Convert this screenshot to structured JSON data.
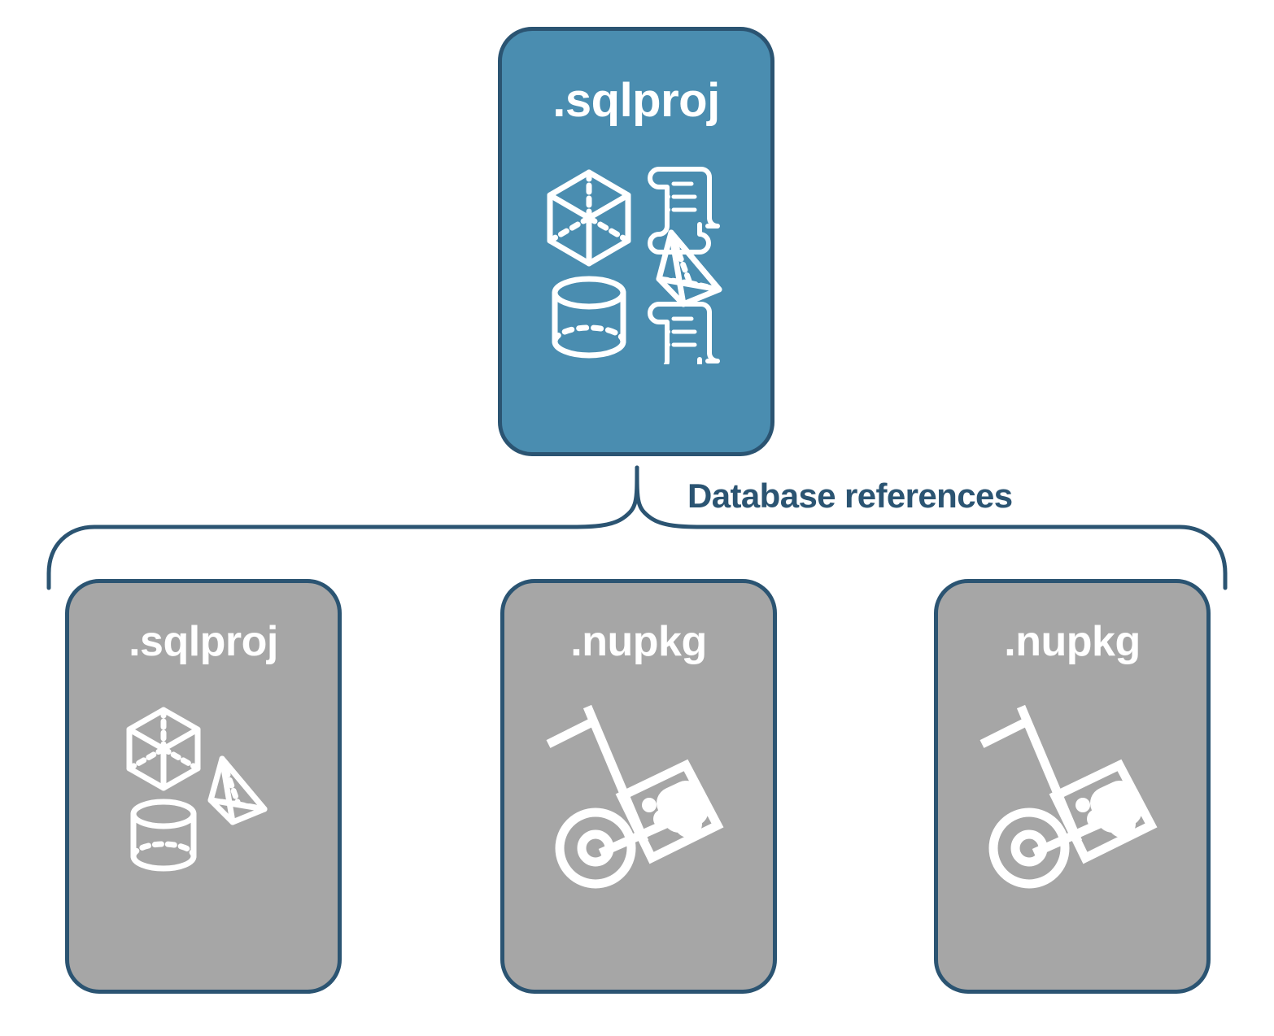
{
  "diagram": {
    "title": "Database references",
    "background": "#ffffff",
    "colors": {
      "accent_blue": "#4a8db0",
      "border_navy": "#2b5472",
      "card_gray": "#a6a6a6",
      "label_text": "#2b5472",
      "icon_white": "#ffffff"
    },
    "connector": {
      "label": "Database references",
      "style": "curly-brace",
      "direction": "one-to-many"
    },
    "root": {
      "label": ".sqlproj",
      "kind": "project",
      "color": "#4a8db0",
      "icons": [
        "cube-icon",
        "scroll-icon",
        "pyramid-icon",
        "cylinder-icon",
        "scroll-icon"
      ]
    },
    "references": [
      {
        "label": ".sqlproj",
        "kind": "project",
        "color": "#a6a6a6",
        "icons": [
          "cube-icon",
          "pyramid-icon",
          "cylinder-icon"
        ]
      },
      {
        "label": ".nupkg",
        "kind": "package",
        "color": "#a6a6a6",
        "icons": [
          "hand-truck-package-icon"
        ]
      },
      {
        "label": ".nupkg",
        "kind": "package",
        "color": "#a6a6a6",
        "icons": [
          "hand-truck-package-icon"
        ]
      }
    ]
  }
}
